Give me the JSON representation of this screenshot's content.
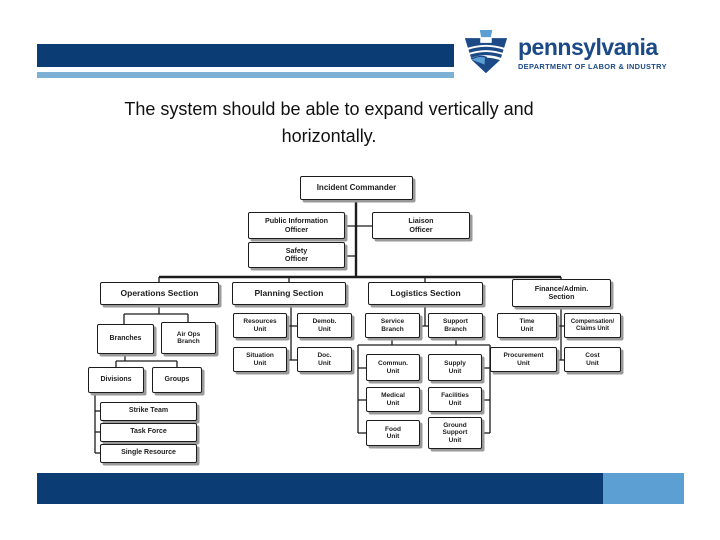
{
  "slide": {
    "title": "The system should be able to expand vertically and\nhorizontally."
  },
  "logo": {
    "brand": "pennsylvania",
    "department": "DEPARTMENT OF LABOR & INDUSTRY"
  },
  "colors": {
    "navy": "#0b3d74",
    "light_blue": "#7cb0d5",
    "accent_blue": "#5b9fd3",
    "logo_navy": "#1b4a86"
  },
  "org_chart": {
    "type": "org-chart",
    "nodes": [
      {
        "id": "incident-commander",
        "label": "Incident Commander",
        "parent": null
      },
      {
        "id": "public-information-officer",
        "label": "Public Information\nOfficer",
        "parent": "incident-commander"
      },
      {
        "id": "liaison-officer",
        "label": "Liaison\nOfficer",
        "parent": "incident-commander"
      },
      {
        "id": "safety-officer",
        "label": "Safety\nOfficer",
        "parent": "incident-commander"
      },
      {
        "id": "operations-section",
        "label": "Operations Section",
        "parent": "incident-commander"
      },
      {
        "id": "planning-section",
        "label": "Planning Section",
        "parent": "incident-commander"
      },
      {
        "id": "logistics-section",
        "label": "Logistics Section",
        "parent": "incident-commander"
      },
      {
        "id": "finance-admin-section",
        "label": "Finance/Admin.\nSection",
        "parent": "incident-commander"
      },
      {
        "id": "branches",
        "label": "Branches",
        "parent": "operations-section"
      },
      {
        "id": "air-ops-branch",
        "label": "Air Ops\nBranch",
        "parent": "operations-section"
      },
      {
        "id": "divisions",
        "label": "Divisions",
        "parent": "branches"
      },
      {
        "id": "groups",
        "label": "Groups",
        "parent": "branches"
      },
      {
        "id": "strike-team",
        "label": "Strike Team",
        "parent": "divisions"
      },
      {
        "id": "task-force",
        "label": "Task Force",
        "parent": "divisions"
      },
      {
        "id": "single-resource",
        "label": "Single Resource",
        "parent": "divisions"
      },
      {
        "id": "resources-unit",
        "label": "Resources\nUnit",
        "parent": "planning-section"
      },
      {
        "id": "demob-unit",
        "label": "Demob.\nUnit",
        "parent": "planning-section"
      },
      {
        "id": "situation-unit",
        "label": "Situation\nUnit",
        "parent": "planning-section"
      },
      {
        "id": "doc-unit",
        "label": "Doc.\nUnit",
        "parent": "planning-section"
      },
      {
        "id": "service-branch",
        "label": "Service\nBranch",
        "parent": "logistics-section"
      },
      {
        "id": "support-branch",
        "label": "Support\nBranch",
        "parent": "logistics-section"
      },
      {
        "id": "commun-unit",
        "label": "Commun.\nUnit",
        "parent": "service-branch"
      },
      {
        "id": "medical-unit",
        "label": "Medical\nUnit",
        "parent": "service-branch"
      },
      {
        "id": "food-unit",
        "label": "Food\nUnit",
        "parent": "service-branch"
      },
      {
        "id": "supply-unit",
        "label": "Supply\nUnit",
        "parent": "support-branch"
      },
      {
        "id": "facilities-unit",
        "label": "Facilities\nUnit",
        "parent": "support-branch"
      },
      {
        "id": "ground-support-unit",
        "label": "Ground\nSupport\nUnit",
        "parent": "support-branch"
      },
      {
        "id": "time-unit",
        "label": "Time\nUnit",
        "parent": "finance-admin-section"
      },
      {
        "id": "compensation-claims-unit",
        "label": "Compensation/\nClaims Unit",
        "parent": "finance-admin-section"
      },
      {
        "id": "procurement-unit",
        "label": "Procurement\nUnit",
        "parent": "finance-admin-section"
      },
      {
        "id": "cost-unit",
        "label": "Cost\nUnit",
        "parent": "finance-admin-section"
      }
    ]
  }
}
